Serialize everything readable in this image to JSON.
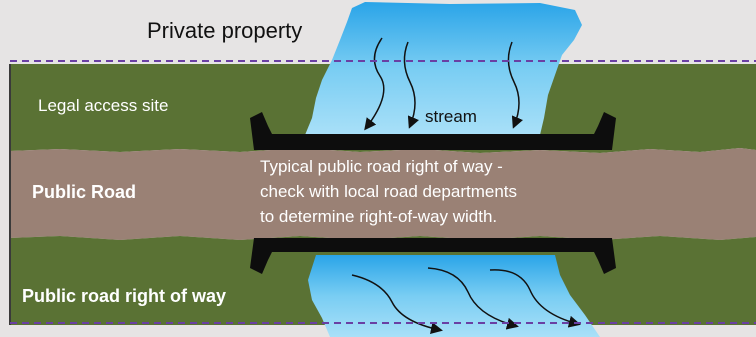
{
  "labels": {
    "private_property": "Private property",
    "legal_access_site": "Legal access site",
    "stream": "stream",
    "public_road": "Public Road",
    "public_road_row": "Public road right of way"
  },
  "note_lines": [
    "Typical public road right of way -",
    "check with local road departments",
    "to determine right-of-way width."
  ],
  "colors": {
    "background": "#e6e4e4",
    "grass": "#5a7234",
    "road": "#9a8175",
    "water": "#49b6ec",
    "culvert": "#0d0d0d",
    "boundary_line": "#6a3fa3"
  }
}
